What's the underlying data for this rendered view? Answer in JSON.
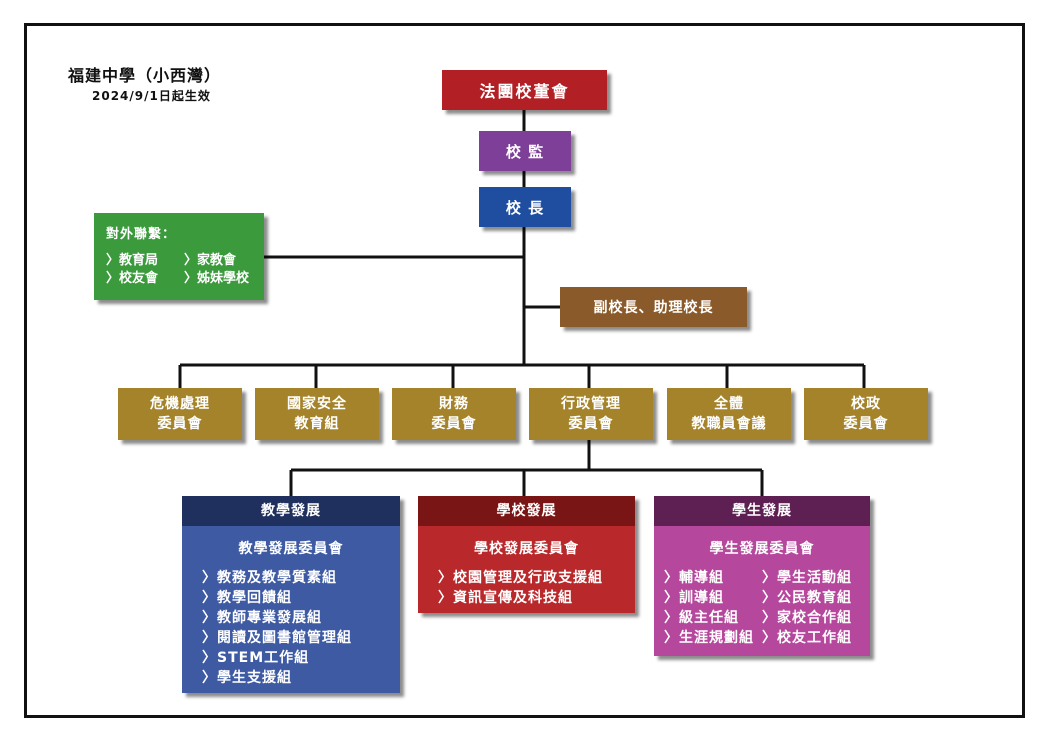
{
  "header": {
    "school": "福建中學（小西灣）",
    "effective": "2024/9/1日起生效"
  },
  "board": {
    "label": "法團校董會",
    "color": "#b22026"
  },
  "supervisor": {
    "label": "校 監",
    "color": "#7d3f98"
  },
  "principal": {
    "label": "校 長",
    "color": "#1f4ea1"
  },
  "vice": {
    "label": "副校長、助理校長",
    "color": "#8b5a2b"
  },
  "external": {
    "title": "對外聯繫：",
    "items": [
      "〉教育局",
      "〉家教會",
      "〉校友會",
      "〉姊妹學校"
    ],
    "color": "#3a9a3c"
  },
  "committees": [
    {
      "line1": "危機處理",
      "line2": "委員會"
    },
    {
      "line1": "國家安全",
      "line2": "教育組"
    },
    {
      "line1": "財務",
      "line2": "委員會"
    },
    {
      "line1": "行政管理",
      "line2": "委員會"
    },
    {
      "line1": "全體",
      "line2": "教職員會議"
    },
    {
      "line1": "校政",
      "line2": "委員會"
    }
  ],
  "divisions": {
    "teaching": {
      "title": "教學發展",
      "committee": "教學發展委員會",
      "items": [
        "〉教務及教學質素組",
        "〉教學回饋組",
        "〉教師專業發展組",
        "〉閱讀及圖書館管理組",
        "〉STEM工作組",
        "〉學生支援組"
      ],
      "header_color": "#1f2f5e",
      "body_color": "#3d5aa3"
    },
    "school": {
      "title": "學校發展",
      "committee": "學校發展委員會",
      "items": [
        "〉校園管理及行政支援組",
        "〉資訊宣傳及科技組"
      ],
      "header_color": "#7a1515",
      "body_color": "#b9282b"
    },
    "student": {
      "title": "學生發展",
      "committee": "學生發展委員會",
      "items": [
        "〉輔導組",
        "〉學生活動組",
        "〉訓導組",
        "〉公民教育組",
        "〉級主任組",
        "〉家校合作組",
        "〉生涯規劃組",
        "〉校友工作組"
      ],
      "header_color": "#5e1f52",
      "body_color": "#b5489d"
    }
  }
}
